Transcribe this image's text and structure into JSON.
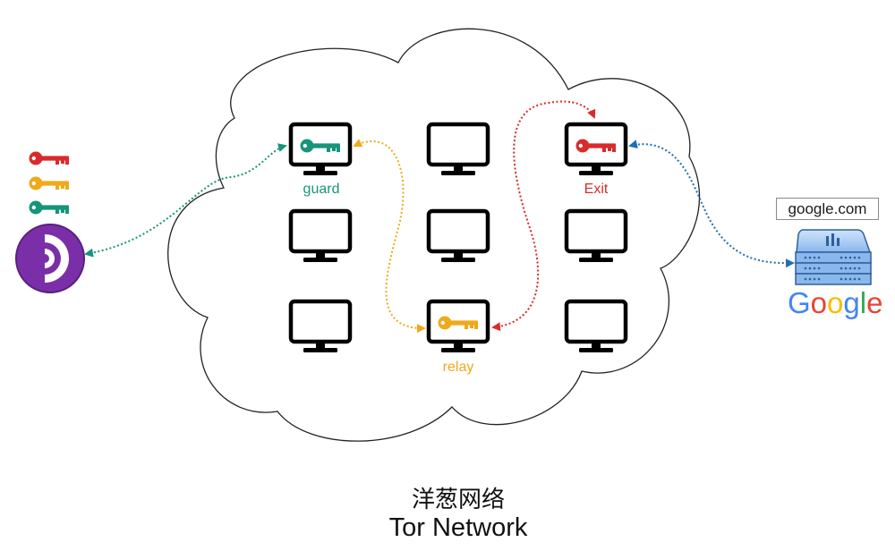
{
  "nodes": {
    "guard_label": "guard",
    "relay_label": "relay",
    "exit_label": "Exit"
  },
  "destination": {
    "domain": "google.com",
    "brand_letters": [
      "G",
      "o",
      "o",
      "g",
      "l",
      "e"
    ],
    "brand_colors": [
      "#4285F4",
      "#EA4335",
      "#FBBC05",
      "#4285F4",
      "#34A853",
      "#EA4335"
    ]
  },
  "caption": {
    "chinese": "洋葱网络",
    "english": "Tor Network"
  },
  "colors": {
    "guard": "#15957a",
    "relay": "#f0a91a",
    "exit": "#d92b2b",
    "destination_link": "#1f6fb2",
    "tor_purple": "#7a2fa8",
    "server_blue": "#5b9bdf"
  },
  "icons": {
    "client": "tor-browser-icon",
    "keys": "key-icon",
    "nodes": "monitor-icon",
    "server": "server-icon"
  }
}
